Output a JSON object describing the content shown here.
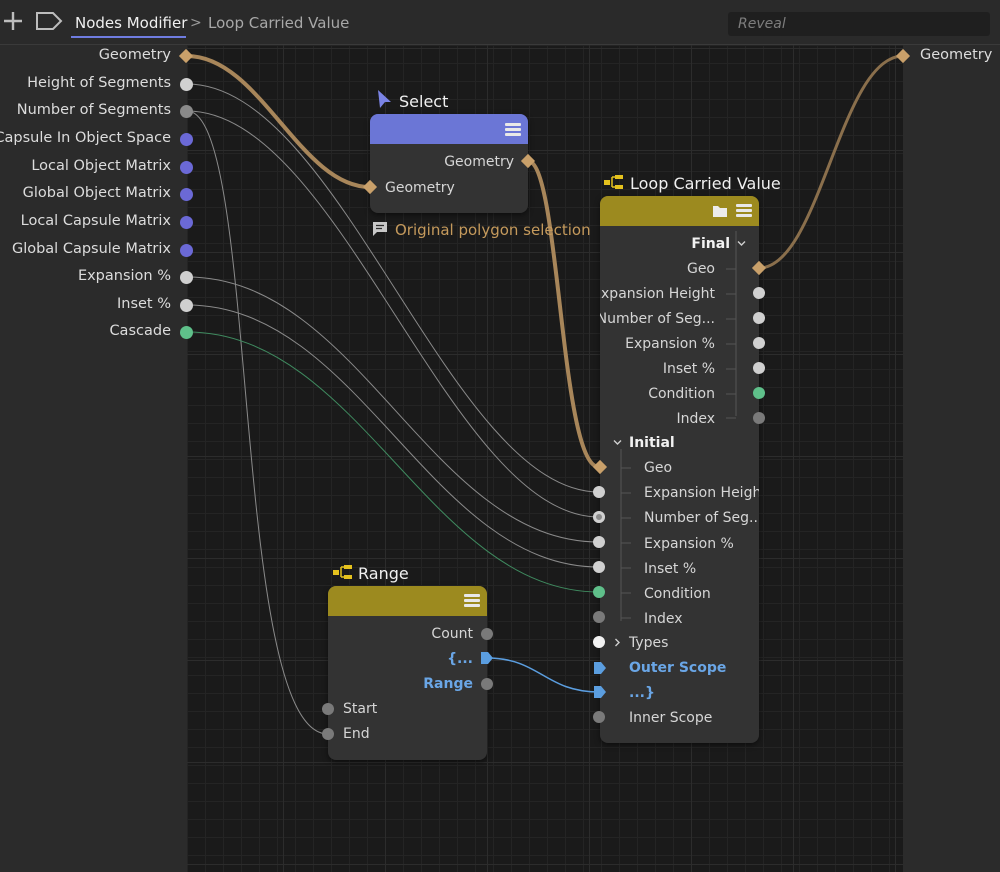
{
  "toolbar": {
    "breadcrumb_root": "Nodes Modifier",
    "breadcrumb_separator": ">",
    "breadcrumb_current": "Loop Carried Value",
    "search_placeholder": "Reveal"
  },
  "inputs_panel": {
    "ports": [
      {
        "label": "Geometry",
        "type": "geometry"
      },
      {
        "label": "Height of Segments",
        "type": "float"
      },
      {
        "label": "Number of Segments",
        "type": "int"
      },
      {
        "label": "Capsule In Object Space",
        "type": "object"
      },
      {
        "label": "Local Object Matrix",
        "type": "matrix"
      },
      {
        "label": "Global Object Matrix",
        "type": "matrix"
      },
      {
        "label": "Local Capsule Matrix",
        "type": "matrix"
      },
      {
        "label": "Global Capsule Matrix",
        "type": "matrix"
      },
      {
        "label": "Expansion %",
        "type": "float"
      },
      {
        "label": "Inset %",
        "type": "float"
      },
      {
        "label": "Cascade",
        "type": "bool"
      }
    ]
  },
  "outputs_panel": {
    "ports": [
      {
        "label": "Geometry",
        "type": "geometry"
      }
    ]
  },
  "select_node": {
    "title": "Select",
    "output_label": "Geometry",
    "input_label": "Geometry",
    "comment": "Original polygon selection",
    "header_color": "#6b76d6"
  },
  "loop_node": {
    "title": "Loop Carried Value",
    "header_color": "#9c8a1f",
    "final_group": "Final",
    "final_ports": [
      "Geo",
      "Expansion Height",
      "Number of Seg...",
      "Expansion %",
      "Inset %",
      "Condition",
      "Index"
    ],
    "initial_group": "Initial",
    "initial_ports": [
      "Geo",
      "Expansion Height",
      "Number of Seg...",
      "Expansion %",
      "Inset %",
      "Condition",
      "Index"
    ],
    "types_label": "Types",
    "outer_scope_label": "Outer Scope",
    "scope_close_label": "...}",
    "inner_scope_label": "Inner Scope"
  },
  "range_node": {
    "title": "Range",
    "header_color": "#9c8a1f",
    "outputs": [
      "Count",
      "{...",
      "Range"
    ],
    "inputs": [
      "Start",
      "End"
    ]
  },
  "colors": {
    "geometry": "#c9a06a",
    "matrix": "#6b69d6",
    "float": "#d0d0d0",
    "int": "#8a8a8a",
    "bool": "#5fc08a",
    "scope": "#5b9ee0",
    "accent": "#6f7ce0"
  }
}
